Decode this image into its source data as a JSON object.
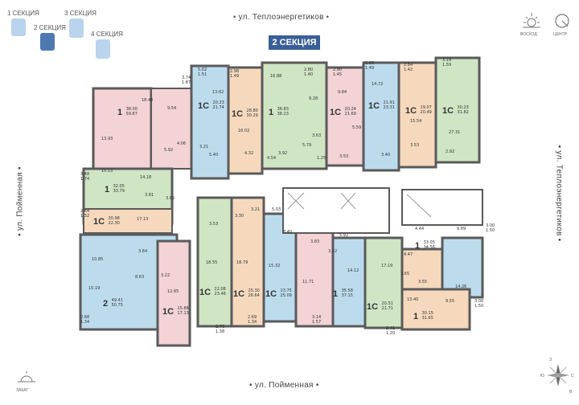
{
  "legend": {
    "sections": [
      {
        "label": "1 СЕКЦИЯ",
        "color": "#b9d4ec"
      },
      {
        "label": "2 СЕКЦИЯ",
        "color": "#4e78b2"
      },
      {
        "label": "3 СЕКЦИЯ",
        "color": "#b9d4ec"
      },
      {
        "label": "4 СЕКЦИЯ",
        "color": "#b9d4ec"
      }
    ]
  },
  "title": "2 СЕКЦИЯ",
  "streets": {
    "top": "ул. Теплоэнергетиков",
    "left": "ул. Пойменная",
    "right": "ул. Теплоэнергетиков",
    "bottom": "ул. Пойменная"
  },
  "compass_top": {
    "east": "ВОСХОД",
    "center": "ЦЕНТР"
  },
  "compass_bottom": {
    "west_label": "ЗАКАТ",
    "n": "З",
    "s": "Ю",
    "e": "С",
    "w": "В"
  },
  "colors": {
    "pink": "#f3d3d5",
    "green": "#cfe5c4",
    "blue": "#bcdcee",
    "peach": "#f6d9bd",
    "wall": "#5a5a5a",
    "core": "#ffffff"
  },
  "apartments": [
    {
      "type": "1",
      "area": "38.00",
      "live": "59.87"
    },
    {
      "type": "1С",
      "area": "20.23",
      "live": "21.74"
    },
    {
      "type": "1С",
      "area": "28.80",
      "live": "30.29"
    },
    {
      "type": "1",
      "area": "36.83",
      "live": "38.23"
    },
    {
      "type": "1С",
      "area": "20.24",
      "live": "21.69"
    },
    {
      "type": "1С",
      "area": "21.91",
      "live": "23.31"
    },
    {
      "type": "1С",
      "area": "19.07",
      "live": "20.49"
    },
    {
      "type": "1С",
      "area": "30.23",
      "live": "31.82"
    },
    {
      "type": "1",
      "area": "32.05",
      "live": "33.79"
    },
    {
      "type": "1С",
      "area": "20.98",
      "live": "22.30"
    },
    {
      "type": "2",
      "area": "49.41",
      "live": "50.75"
    },
    {
      "type": "1С",
      "area": "15.86",
      "live": "17.13"
    },
    {
      "type": "1С",
      "area": "22.08",
      "live": "23.46"
    },
    {
      "type": "1С",
      "area": "25.30",
      "live": "26.64"
    },
    {
      "type": "1С",
      "area": "23.75",
      "live": "25.09"
    },
    {
      "type": "1",
      "area": "35.58",
      "live": "37.15"
    },
    {
      "type": "1С",
      "area": "20.51",
      "live": "21.71"
    },
    {
      "type": "1",
      "area": "33.05",
      "live": "34.56"
    },
    {
      "type": "1",
      "area": "30.15",
      "live": "31.65"
    }
  ],
  "rooms": [
    "18.48",
    "9.54",
    "3.74",
    "1.87",
    "13.62",
    "5.02",
    "1.51",
    "2.98",
    "1.49",
    "16.88",
    "2.80",
    "1.40",
    "2.90",
    "1.45",
    "2.80",
    "1.49",
    "2.84",
    "1.42",
    "3.19",
    "1.59",
    "9.84",
    "14.72",
    "9.28",
    "16.02",
    "5.59",
    "15.54",
    "27.31",
    "4.06",
    "5.92",
    "3.21",
    "5.40",
    "4.32",
    "4.54",
    "3.92",
    "5.79",
    "3.63",
    "3.53",
    "1.25",
    "3.40",
    "3.53",
    "2.92",
    "13.93",
    "10.13",
    "14.18",
    "3.48",
    "1.74",
    "3.81",
    "3.85",
    "2.64",
    "1.32",
    "17.13",
    "3.53",
    "3.30",
    "3.21",
    "5.03",
    "5.92",
    "3.83",
    "3.40",
    "9.89",
    "3.00",
    "1.50",
    "4.44",
    "4.47",
    "10.85",
    "3.64",
    "8.63",
    "18.55",
    "18.79",
    "15.32",
    "3.32",
    "14.12",
    "17.19",
    "3.65",
    "3.55",
    "15.19",
    "3.22",
    "12.65",
    "11.71",
    "13.40",
    "14.26",
    "9.55",
    "3.00",
    "1.50",
    "2.68",
    "1.34",
    "2.76",
    "1.38",
    "2.69",
    "1.34",
    "3.14",
    "1.57",
    "2.41",
    "1.20"
  ]
}
